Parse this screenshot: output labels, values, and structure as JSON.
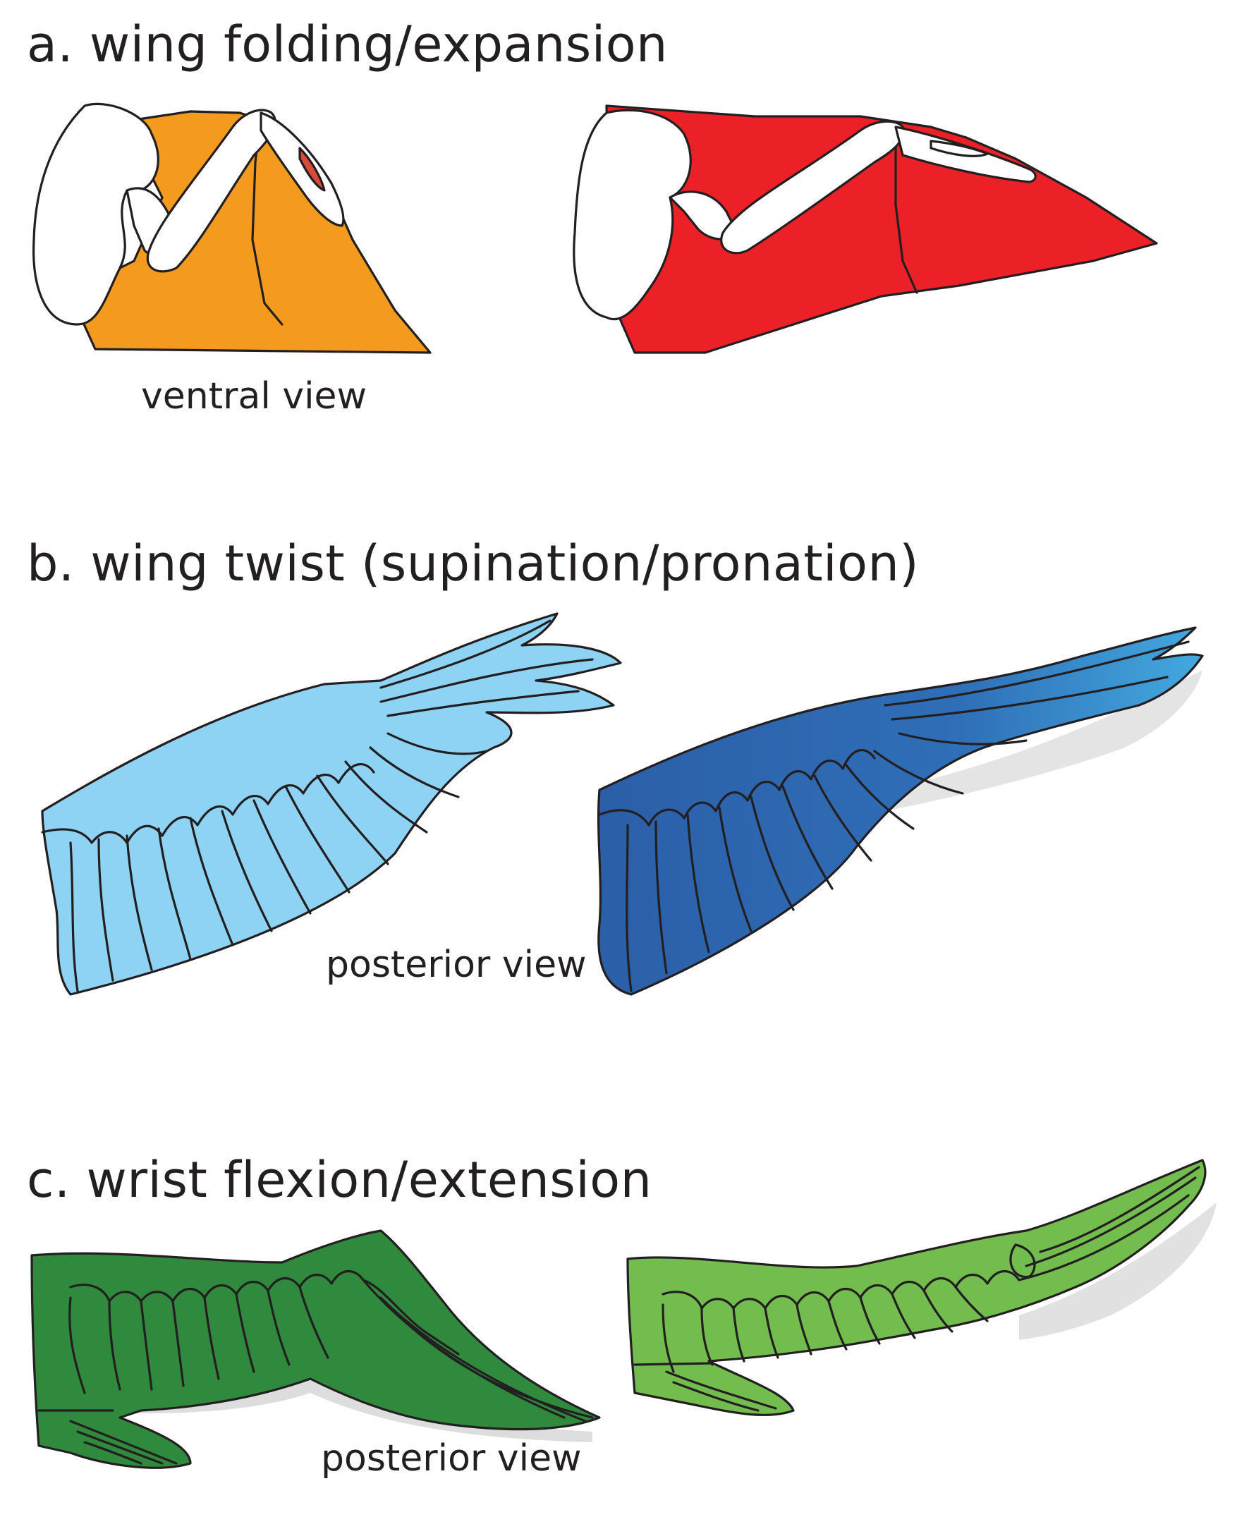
{
  "panels": [
    {
      "title": "a. wing folding/expansion",
      "view_label": "ventral view",
      "colors": {
        "folded": "#f39a1f",
        "expanded": "#ec2027",
        "muscle": "#d94a3a"
      },
      "icons": [
        "folded-wing-ventral-icon",
        "expanded-wing-ventral-icon"
      ]
    },
    {
      "title": "b. wing twist (supination/pronation)",
      "view_label": "posterior view",
      "colors": {
        "supinated": "#8fd3f4",
        "pronated": "#2f6fb8",
        "pronated_light": "#43a9df"
      },
      "icons": [
        "supinated-wing-icon",
        "pronated-wing-icon"
      ]
    },
    {
      "title": "c. wrist flexion/extension",
      "view_label": "posterior view",
      "colors": {
        "flexed": "#2f8a3d",
        "extended": "#72bd4e"
      },
      "icons": [
        "flexed-wrist-wing-icon",
        "extended-wrist-wing-icon"
      ]
    }
  ]
}
